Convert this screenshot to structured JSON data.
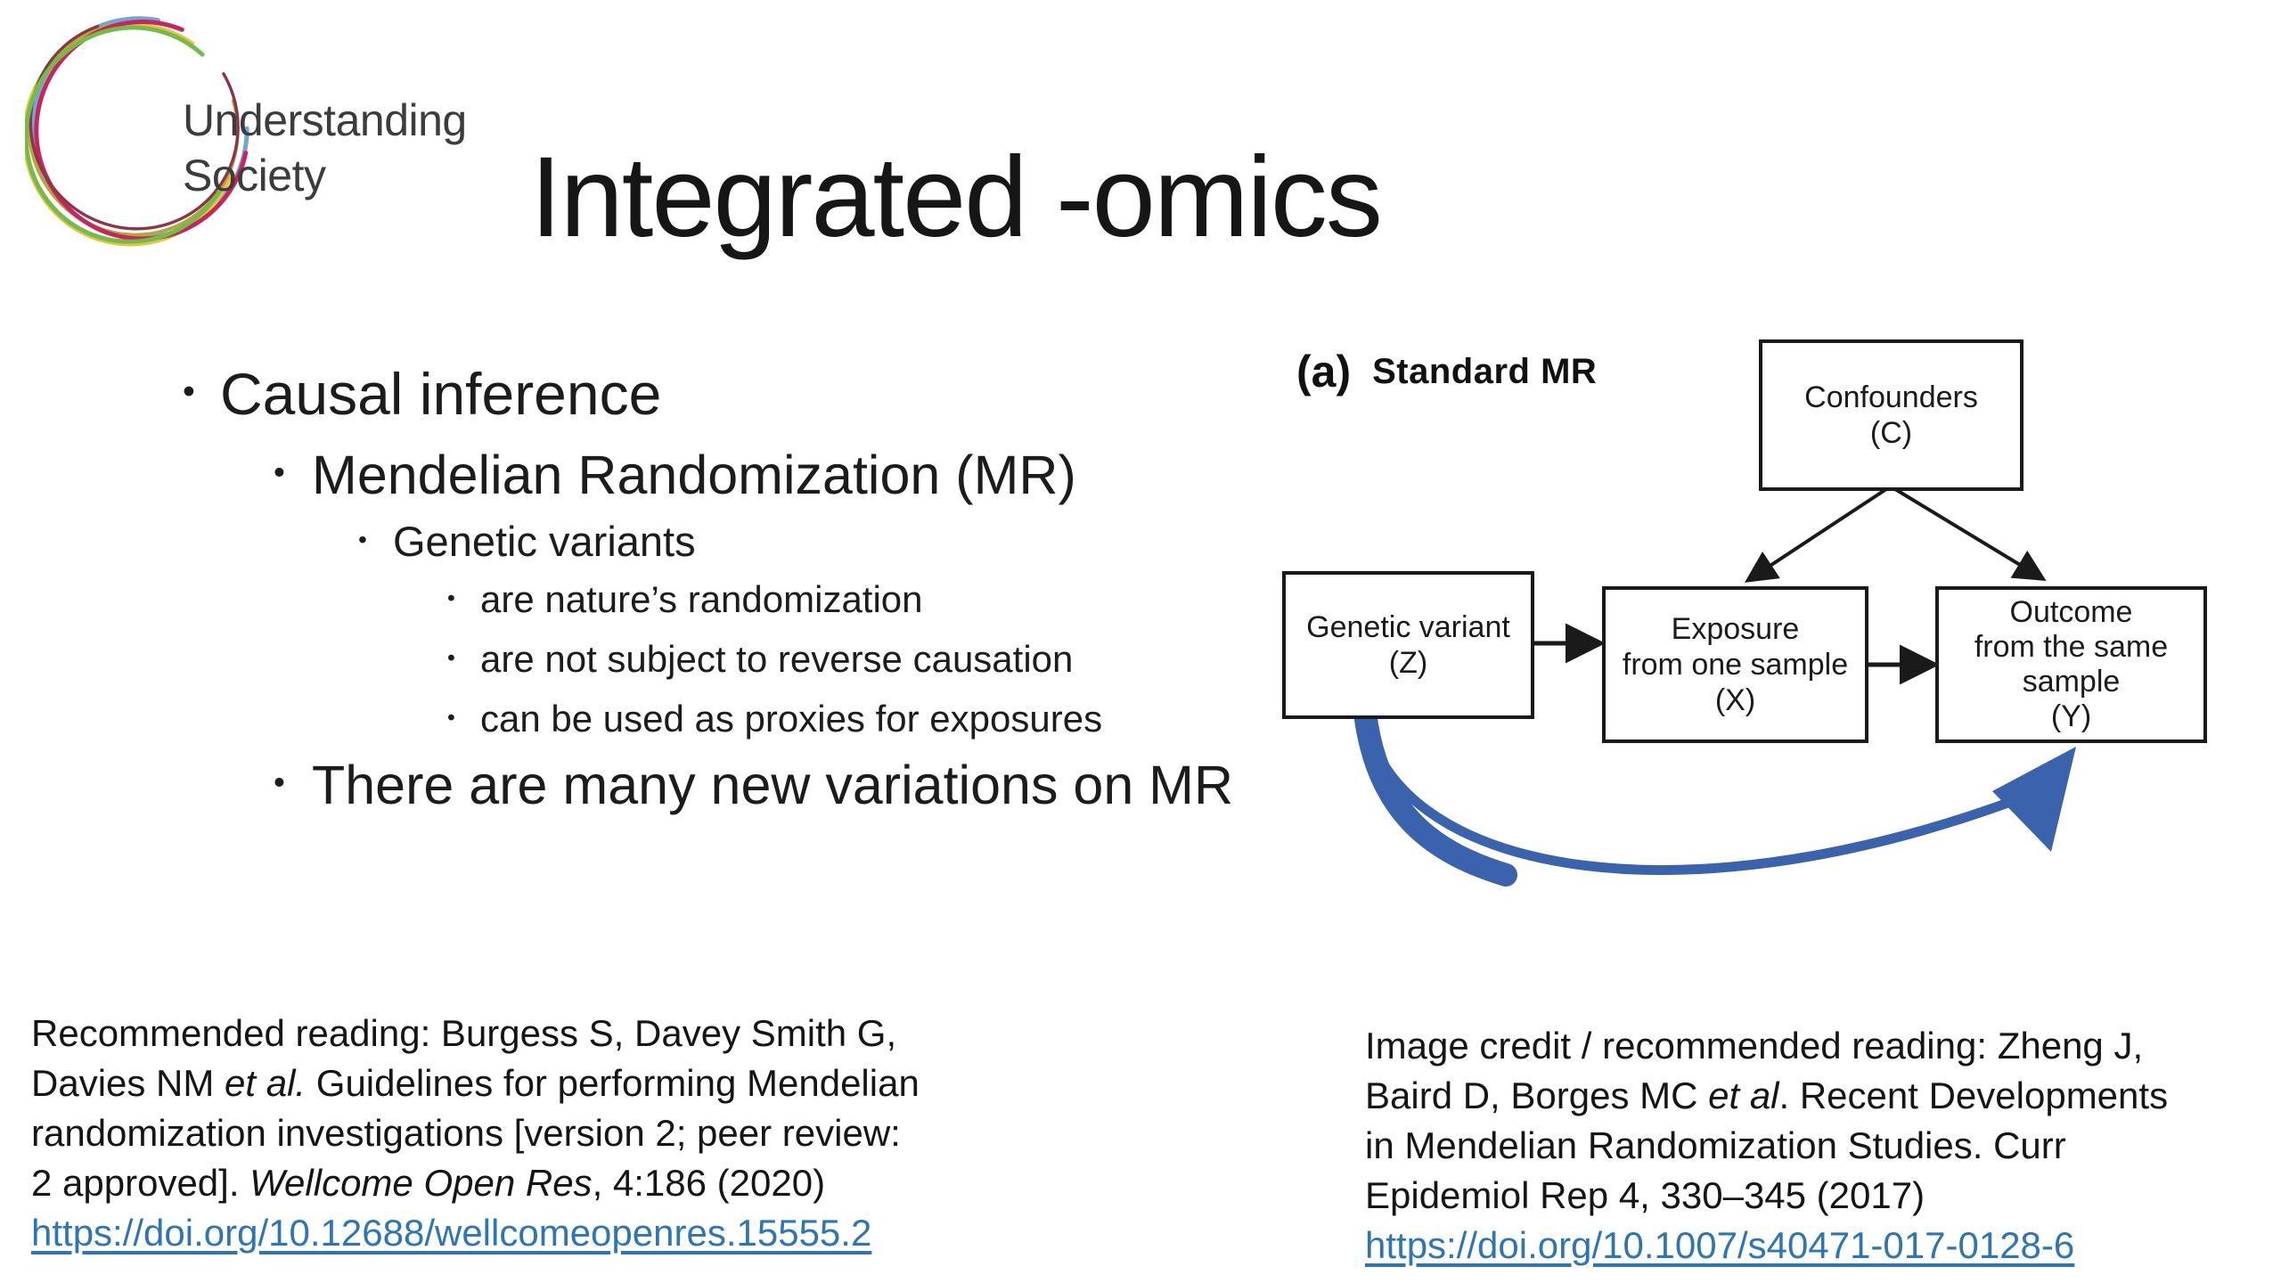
{
  "logo": {
    "line1": "Understanding",
    "line2": "Society",
    "ring_colors": [
      "#6fa8d6",
      "#ecc23d",
      "#c8245e",
      "#72bd4a",
      "#b9a33c",
      "#8a3548"
    ]
  },
  "title": "Integrated -omics",
  "ui": {
    "bullet_char": "•"
  },
  "bullets": {
    "l1": "Causal inference",
    "l2a": "Mendelian Randomization (MR)",
    "l3": "Genetic variants",
    "l4a": "are nature’s randomization",
    "l4b": "are not subject to reverse causation",
    "l4c": "can be used as proxies for exposures",
    "l2b": "There are many new variations on MR"
  },
  "diagram": {
    "panel_label": "(a)",
    "panel_title": "Standard MR",
    "line_color": "#1a1a1a",
    "arrow_blue": "#3a62ad",
    "confounders": {
      "line1": "Confounders",
      "line2": "(C)"
    },
    "genetic_variant": {
      "line1": "Genetic variant",
      "line2": "(Z)"
    },
    "exposure": {
      "line1": "Exposure",
      "line2": "from one sample",
      "line3": "(X)"
    },
    "outcome": {
      "line1": "Outcome",
      "line2": "from the same",
      "line3": "sample",
      "line4": "(Y)"
    }
  },
  "references": {
    "link_color": "#2e75b6",
    "left": {
      "line1": "Recommended reading: Burgess S, Davey Smith G,",
      "line2_pre": "Davies NM ",
      "line2_italic": "et al.",
      "line2_post": " Guidelines for performing Mendelian",
      "line3": "randomization investigations [version 2; peer review:",
      "line4_pre": "2 approved]. ",
      "line4_italic": "Wellcome Open Res",
      "line4_post": ", 4:186 (2020)",
      "link": "https://doi.org/10.12688/wellcomeopenres.15555.2"
    },
    "right": {
      "line1": "Image credit / recommended reading: Zheng J,",
      "line2_pre": "Baird D, Borges MC ",
      "line2_italic": "et al",
      "line2_post": ". Recent Developments",
      "line3": "in Mendelian Randomization Studies. Curr",
      "line4": "Epidemiol Rep 4, 330–345 (2017)",
      "link": "https://doi.org/10.1007/s40471-017-0128-6"
    }
  }
}
